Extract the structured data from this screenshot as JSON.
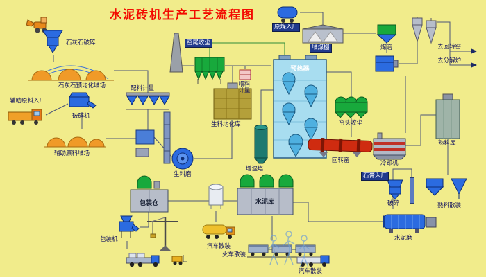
{
  "title": "水泥砖机生产工艺流程图",
  "labels": {
    "limestone_crushing": "石灰石破碎",
    "limestone_yard": "石灰石预均化堆场",
    "aux_entry": "辅助原料入厂",
    "crusher": "破碎机",
    "aux_yard": "辅助原料堆场",
    "batching": "配料计量",
    "raw_mill": "生料磨",
    "feed_meter": "喂料计量",
    "kiln_tail_dust": "窑尾收尘",
    "homo_silo": "生料均化库",
    "humidifier": "增湿塔",
    "preheater": "预热器",
    "kiln_head_dust": "窑头收尘",
    "rotary_kiln": "回转窑",
    "cooler": "冷却机",
    "clinker_silo": "熟料库",
    "coal_entry": "原煤入厂",
    "coal_shed": "堆煤棚",
    "coal_mill": "煤磨",
    "to_kiln": "去回转窑",
    "to_calciner": "去分解炉",
    "gypsum_entry": "石膏入厂",
    "gypsum_crush": "破碎",
    "clinker_bulk": "熟料散装",
    "cement_mill": "水泥磨",
    "cement_silo": "水泥库",
    "packing_bin": "包装仓",
    "packing_machine": "包装机",
    "truck_bulk": "汽车散装",
    "train_bulk": "火车散装",
    "truck_bulk_2": "汽车散装"
  },
  "colors": {
    "background": "#f1ec8b",
    "title": "#f30b00",
    "label_text": "#12125e",
    "tag_background": "#203a8c",
    "equipment_blue": "#2b6be0",
    "equipment_green": "#18a93c",
    "equipment_orange": "#f09a28",
    "kiln_red": "#cf2b10"
  }
}
